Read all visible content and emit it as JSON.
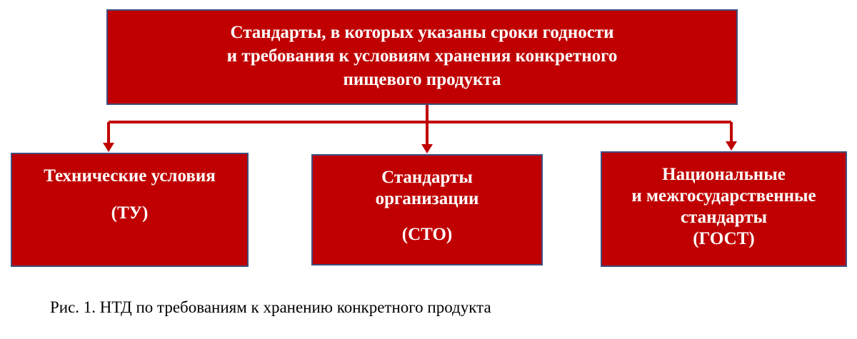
{
  "top": {
    "lines": [
      "Стандарты, в которых указаны сроки годности",
      "и требования к условиям хранения конкретного",
      "пищевого продукта"
    ]
  },
  "children": [
    {
      "lines": [
        "Технические условия",
        "(ТУ)"
      ]
    },
    {
      "lines": [
        "Стандарты",
        "организации",
        "(СТО)"
      ]
    },
    {
      "lines": [
        "Национальные",
        "и межгосударственные",
        "стандарты",
        "(ГОСТ)"
      ]
    }
  ],
  "caption": "Рис. 1. НТД по требованиям к хранению конкретного продукта",
  "colors": {
    "box_fill": "#c00000",
    "box_border": "#3f4f7f",
    "connector": "#c00000",
    "box_text": "#ffffff"
  }
}
